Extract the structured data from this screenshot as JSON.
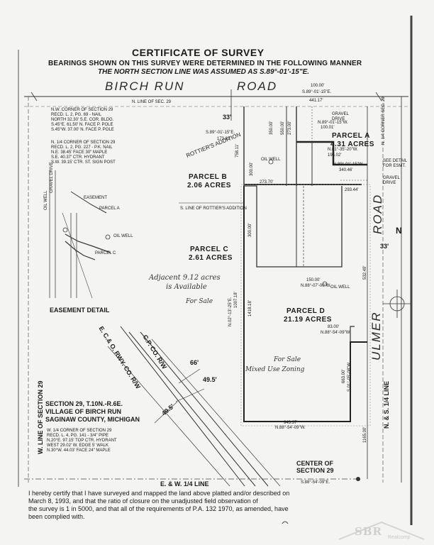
{
  "header": {
    "title": "CERTIFICATE OF SURVEY",
    "subtitle": "BEARINGS SHOWN ON THIS SURVEY WERE DETERMINED IN THE FOLLOWING MANNER",
    "basis": "THE NORTH SECTION LINE WAS ASSUMED AS S.89°-01'-15\"E."
  },
  "roads": {
    "birch_run": "BIRCH RUN",
    "road": "ROAD",
    "ulmer": "ULMER",
    "ulmer_road": "ROAD",
    "north": "N"
  },
  "section_notes": {
    "nw_corner": [
      "N.W. CORNER OF SECTION 29",
      "RECD. L. 2, PG. 69 - NAIL",
      "NORTH 32.30' S.E. COR. BLDG.",
      "S.45°E. 61.50' N. FACE P. POLE",
      "S.45°W. 37.00' N. FACE P. POLE"
    ],
    "n_quarter": [
      "N. 1/4 CORNER OF SECTION 29",
      "RECD. L. 2, PG. 227 - P.K. NAIL",
      "N.E. 38.45' FACE 30\" MAPLE",
      "S.E. 40.37' CTR. HYDRANT",
      "S.W. 39.15' CTR. ST. SIGN POST"
    ],
    "w_quarter": [
      "W. 1/4 CORNER OF SECTION 29",
      "RECD. L. 4, PG. 141 - 3/4\" PIPE",
      "N.20°E. 97.15' TOP CTR. HYDRANT",
      "WEST 29.02' W. EDGE 5' WALK",
      "N.30°W. 44.03' FACE 24\" MAPLE"
    ],
    "n_line": "N. LINE OF SEC. 29"
  },
  "parcels": {
    "a": {
      "name": "PARCEL A",
      "acres": "4.31 ACRES"
    },
    "b": {
      "name": "PARCEL B",
      "acres": "2.06 ACRES"
    },
    "c": {
      "name": "PARCEL C",
      "acres": "2.61 ACRES"
    },
    "d": {
      "name": "PARCEL D",
      "acres": "21.19 ACRES"
    }
  },
  "labels": {
    "rottiers": "ROTTIER'S ADDITION",
    "s_line_rottiers": "S. LINE OF ROTTIER'S ADDITION",
    "oil_well": "OIL WELL",
    "gravel_drive": "GRAVEL DRIVE",
    "see_detail": "SEE DETAIL FOR ESMT.",
    "easement": "EASEMENT",
    "easement_detail": "EASEMENT DETAIL",
    "gravel_drive_left": "GRAVEL DRIVE",
    "parcel_a_small": "PARCEL A",
    "parcel_c_small": "PARCEL C",
    "cp_row": "C.P. CO. R/W",
    "rwy": "E. C.& O. RWY. CO. R/W",
    "dim_66": "66'",
    "dim_495a": "49.5'",
    "dim_495b": "49.5'",
    "dim_33": "33'",
    "dim_33b": "33'",
    "w_line": "W. LINE OF SECTION 29",
    "ns_line": "N. & S. 1/4 LINE",
    "ew_line": "E. & W. 1/4 LINE",
    "center": "CENTER OF",
    "center2": "SECTION 29",
    "sec_title": "SECTION 29, T.10N.-R.6E.",
    "village": "VILLAGE OF BIRCH RUN",
    "county": "SAGINAW COUNTY, MICHIGAN",
    "nq_corner_right": "N. 1/4 CORNER SEC. 29"
  },
  "bearings": {
    "top_100": "100.00'",
    "top_s89": "S.89°-01'-15\"E.",
    "top_441": "441.17'",
    "s89_left": "S.89°-01'-15\"E.",
    "d173": "173.62'",
    "d75811": "758.11'",
    "d300a": "300.00'",
    "d350": "350.00'",
    "d550": "550.00'",
    "d273": "273.00'",
    "d100_01": "100.01'",
    "n89_a": "N.89°-01'-15\"W.",
    "n01_a": "N.01°-35'-20\"W.",
    "d195": "195.02'",
    "n89_b": "N.89°-01'-15\"W.",
    "d340": "340.46'",
    "d273_70": "273.70'",
    "d293": "293.44'",
    "d300b": "300.00'",
    "d1418": "1418.18'",
    "n02": "N.02°-13'-25\"E.",
    "n02b": "1007.18'",
    "d150": "150.00'",
    "n88": "N.88°-07'-00\"W.",
    "d83": "83.00'",
    "n88b": "N.88°-54'-09\"W.",
    "s01": "S.01°-05'-08\"W.",
    "d532": "532.49'",
    "d663": "663.00'",
    "n88c": "N.88°-54'-09\"W.",
    "d943": "943.37'",
    "d1165": "1165.00'",
    "s88": "S.88°-54'-09\"E."
  },
  "handwritten": {
    "adjacent": "Adjacent 9.12 acres",
    "available": "is Available",
    "for_sale": "For Sale",
    "for_sale_d": "For Sale",
    "mixed": "Mixed Use Zoning"
  },
  "certification": {
    "line1": "I hereby certify that I have surveyed and mapped the land above platted and/or described on",
    "line2": "March 8, 1993, and that the ratio of closure on the unadjusted field observation of",
    "line3": "the survey is 1 in 5000, and that all of the requirements of P.A. 132 1970, as amended, have",
    "line4": "been complied with."
  },
  "watermark": {
    "brand": "SBR",
    "sub": "Realcomp"
  }
}
